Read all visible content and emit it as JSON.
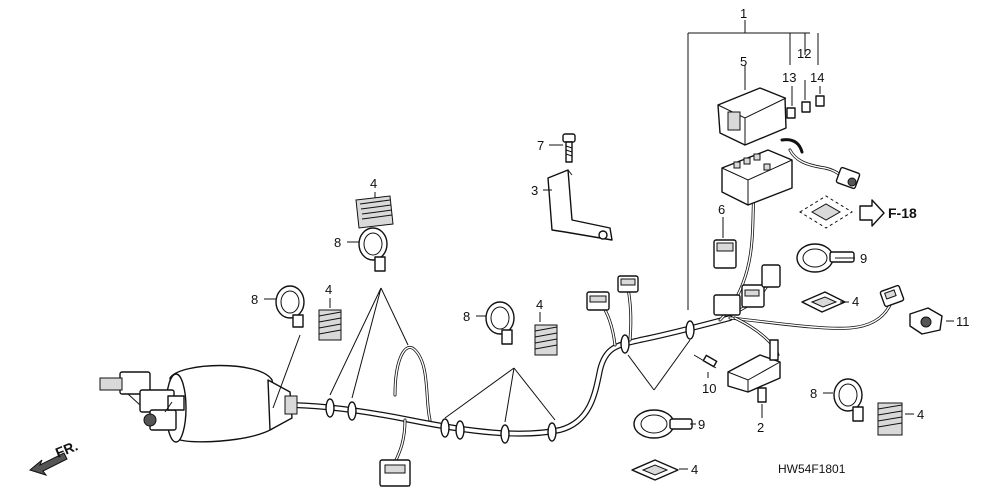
{
  "diagram": {
    "callouts": [
      {
        "id": "c1",
        "text": "1"
      },
      {
        "id": "c5",
        "text": "5"
      },
      {
        "id": "c12",
        "text": "12"
      },
      {
        "id": "c13",
        "text": "13"
      },
      {
        "id": "c14",
        "text": "14"
      },
      {
        "id": "c7",
        "text": "7"
      },
      {
        "id": "c3",
        "text": "3"
      },
      {
        "id": "c4a",
        "text": "4"
      },
      {
        "id": "c8a",
        "text": "8"
      },
      {
        "id": "c6",
        "text": "6"
      },
      {
        "id": "c9a",
        "text": "9"
      },
      {
        "id": "c8b",
        "text": "8"
      },
      {
        "id": "c4b",
        "text": "4"
      },
      {
        "id": "c8c",
        "text": "8"
      },
      {
        "id": "c4c",
        "text": "4"
      },
      {
        "id": "c4d",
        "text": "4"
      },
      {
        "id": "c11",
        "text": "11"
      },
      {
        "id": "c10",
        "text": "10"
      },
      {
        "id": "c2",
        "text": "2"
      },
      {
        "id": "c8d",
        "text": "8"
      },
      {
        "id": "c4e",
        "text": "4"
      },
      {
        "id": "c9b",
        "text": "9"
      },
      {
        "id": "c4f",
        "text": "4"
      }
    ],
    "reference": "F-18",
    "direction": "FR.",
    "drawing_code": "HW54F1801"
  }
}
